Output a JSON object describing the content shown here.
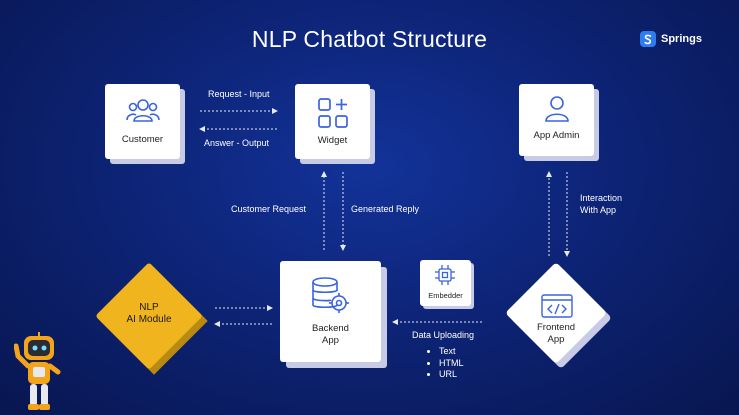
{
  "header": {
    "title": "NLP Chatbot Structure"
  },
  "brand": {
    "name": "Springs",
    "icon": "springs-logo-icon",
    "color": "#2f7bf0"
  },
  "nodes": {
    "customer": {
      "label": "Customer",
      "icon": "users-icon"
    },
    "widget": {
      "label": "Widget",
      "icon": "grid-plus-icon"
    },
    "app_admin": {
      "label": "App Admin",
      "icon": "user-icon"
    },
    "nlp": {
      "line1": "NLP",
      "line2": "AI Module",
      "color": "#f0b41e"
    },
    "backend": {
      "line1": "Backend",
      "line2": "App",
      "icon": "database-gear-icon"
    },
    "embedder": {
      "label": "Embedder",
      "icon": "chip-icon"
    },
    "frontend": {
      "line1": "Frontend",
      "line2": "App",
      "icon": "code-window-icon"
    }
  },
  "edges": {
    "request_input": "Request - Input",
    "answer_output": "Answer - Output",
    "customer_request": "Customer Request",
    "generated_reply": "Generated Reply",
    "interaction_line1": "Interaction",
    "interaction_line2": "With App",
    "data_uploading": "Data Uploading",
    "data_items": [
      "Text",
      "HTML",
      "URL"
    ]
  },
  "mascot": {
    "icon": "robot-mascot-icon"
  },
  "colors": {
    "background": "#0d2477",
    "card": "#ffffff",
    "card_shadow": "#c7cbe6",
    "icon_blue": "#3a63e0"
  }
}
